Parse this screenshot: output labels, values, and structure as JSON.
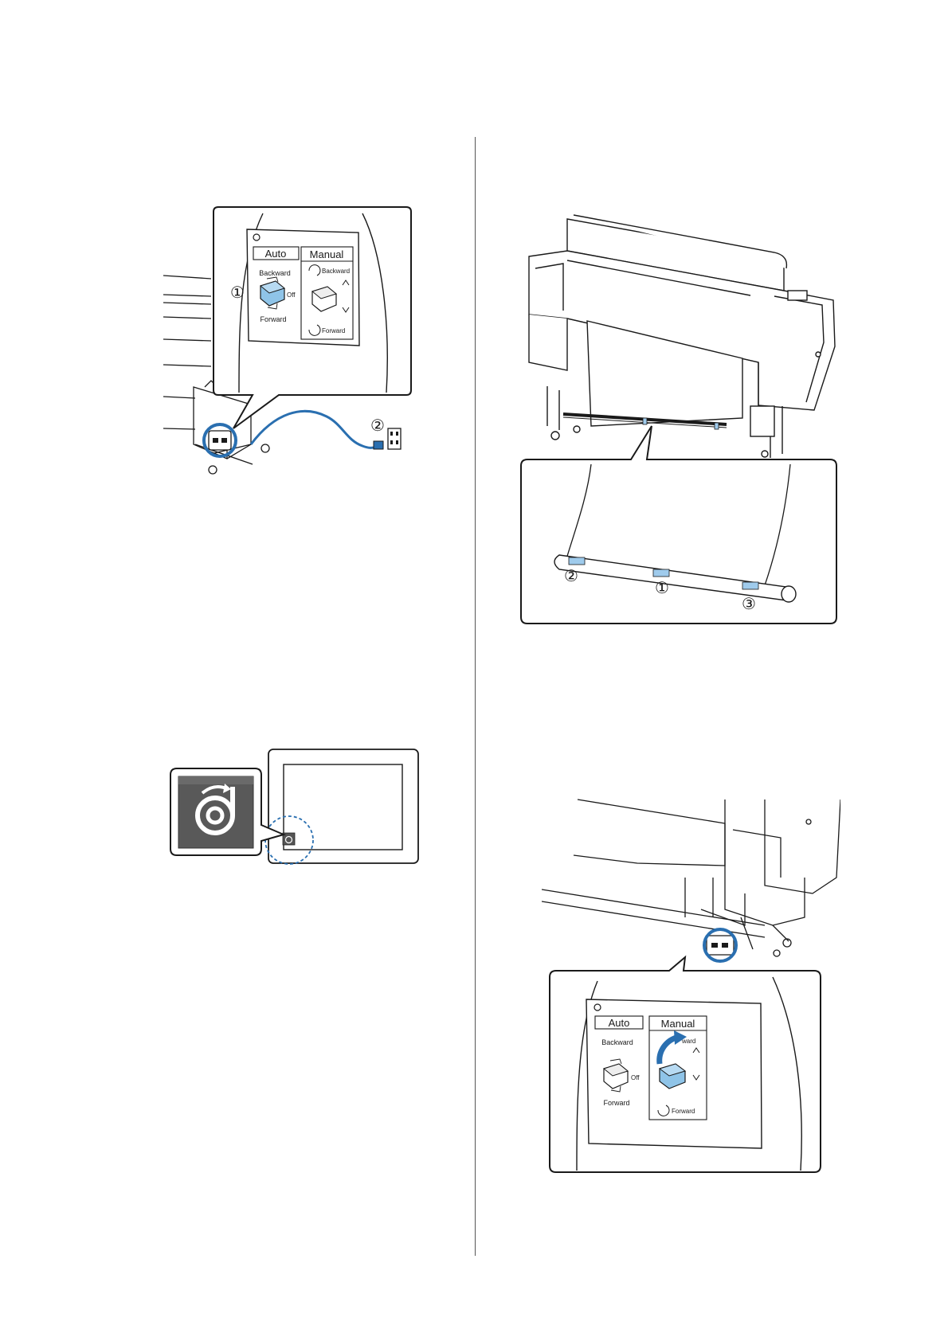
{
  "figure1": {
    "panel_auto": "Auto",
    "panel_manual": "Manual",
    "auto_backward": "Backward",
    "auto_off": "Off",
    "auto_forward": "Forward",
    "manual_backward": "Backward",
    "manual_forward": "Forward",
    "callout_1": "①",
    "callout_2": "②"
  },
  "figure2": {
    "icon_name": "take-up-reel-icon"
  },
  "figure3": {
    "callout_1": "①",
    "callout_2": "②",
    "callout_3": "③"
  },
  "figure4": {
    "panel_auto": "Auto",
    "panel_manual": "Manual",
    "auto_backward": "Backward",
    "auto_off": "Off",
    "auto_forward": "Forward",
    "manual_backward_partial": "ward",
    "manual_forward": "Forward"
  },
  "colors": {
    "accent_blue": "#2a6fb0",
    "switch_blue": "#8fc4e8",
    "tape_blue": "#9fcbec",
    "outline": "#1a1a1a"
  }
}
